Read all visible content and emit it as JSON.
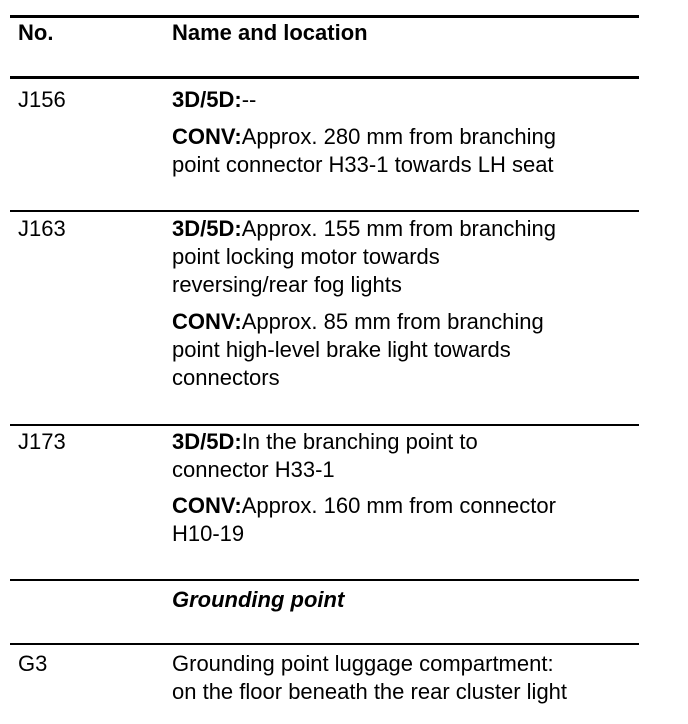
{
  "table": {
    "header": {
      "no": "No.",
      "name": "Name and location"
    },
    "rows": [
      {
        "no": "J156",
        "entries": [
          {
            "prefix": "3D/5D:",
            "lines": [
              "--"
            ]
          },
          {
            "prefix": "CONV:",
            "lines": [
              "Approx. 280 mm from branching",
              "point connector H33-1 towards LH seat"
            ]
          }
        ]
      },
      {
        "no": "J163",
        "entries": [
          {
            "prefix": "3D/5D:",
            "lines": [
              "Approx. 155 mm from branching",
              "point locking motor towards",
              "reversing/rear fog lights"
            ]
          },
          {
            "prefix": "CONV:",
            "lines": [
              "Approx. 85 mm from branching",
              "point high-level brake light towards",
              "connectors"
            ]
          }
        ]
      },
      {
        "no": "J173",
        "entries": [
          {
            "prefix": "3D/5D:",
            "lines": [
              "In the branching point to",
              "connector H33-1"
            ]
          },
          {
            "prefix": "CONV:",
            "lines": [
              "Approx. 160 mm from connector",
              "H10-19"
            ]
          }
        ]
      }
    ],
    "section_heading": "Grounding point",
    "ground_row": {
      "no": "G3",
      "lines": [
        "Grounding point luggage compartment:",
        "on the floor beneath the rear cluster light"
      ]
    }
  }
}
